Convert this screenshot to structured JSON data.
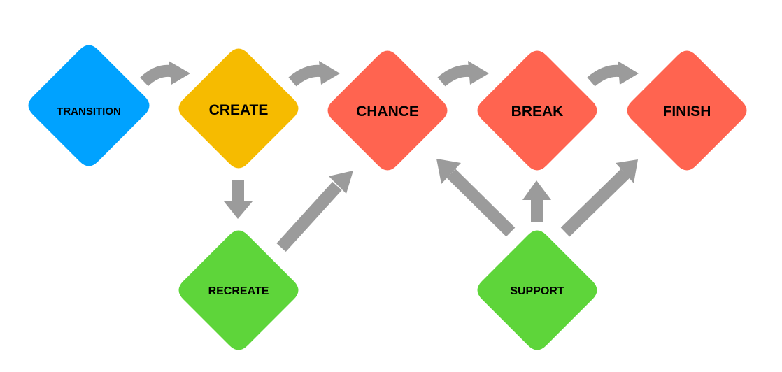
{
  "diagram": {
    "nodes": {
      "transition": {
        "label": "TRANSITION",
        "color": "#00A2FF"
      },
      "create": {
        "label": "CREATE",
        "color": "#F6BB00"
      },
      "chance": {
        "label": "CHANCE",
        "color": "#FF6450"
      },
      "break": {
        "label": "BREAK",
        "color": "#FF6450"
      },
      "finish": {
        "label": "FINISH",
        "color": "#FF6450"
      },
      "recreate": {
        "label": "RECREATE",
        "color": "#5ED53A"
      },
      "support": {
        "label": "SUPPORT",
        "color": "#5ED53A"
      }
    },
    "connectors": [
      {
        "from": "transition",
        "to": "create",
        "style": "curved"
      },
      {
        "from": "create",
        "to": "chance",
        "style": "curved"
      },
      {
        "from": "chance",
        "to": "break",
        "style": "curved"
      },
      {
        "from": "break",
        "to": "finish",
        "style": "curved"
      },
      {
        "from": "create",
        "to": "recreate",
        "style": "straight"
      },
      {
        "from": "recreate",
        "to": "chance",
        "style": "straight"
      },
      {
        "from": "support",
        "to": "chance",
        "style": "straight"
      },
      {
        "from": "support",
        "to": "break",
        "style": "straight"
      },
      {
        "from": "support",
        "to": "finish",
        "style": "straight"
      }
    ],
    "arrow_color": "#9B9B9B"
  }
}
